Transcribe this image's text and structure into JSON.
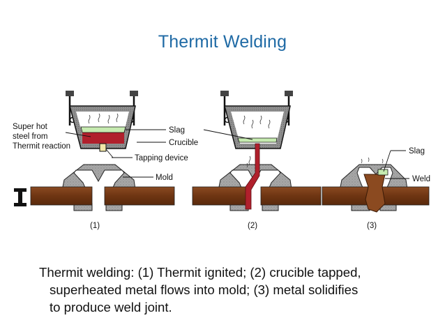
{
  "title": "Thermit Welding",
  "colors": {
    "title": "#1f6aa5",
    "molten_metal": "#b0202c",
    "slag": "#c6ebb0",
    "workpiece": "#7b3d17",
    "mold": "#a4a4a4",
    "crucible_wall": "#8c8c8c"
  },
  "labels": {
    "super_hot_steel": [
      "Super hot",
      "steel from",
      "Thermit reaction"
    ],
    "slag_1": "Slag",
    "crucible": "Crucible",
    "tapping_device": "Tapping device",
    "mold": "Mold",
    "slag_3": "Slag",
    "weld": "Weld",
    "stage_1": "(1)",
    "stage_2": "(2)",
    "stage_3": "(3)"
  },
  "caption": {
    "line1": "Thermit welding: (1) Thermit ignited; (2) crucible tapped,",
    "line2": "superheated metal flows into mold; (3) metal solidifies",
    "line3": "to produce weld joint."
  }
}
